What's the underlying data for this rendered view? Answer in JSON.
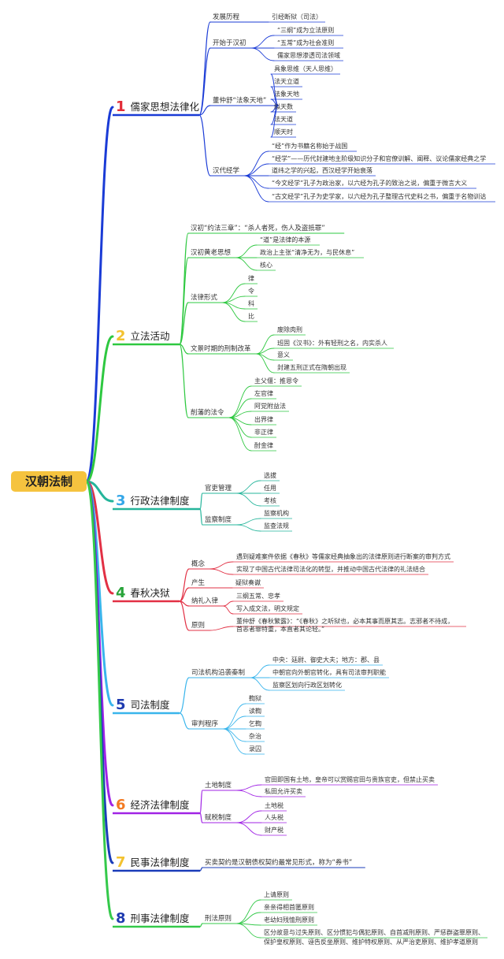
{
  "root": "汉朝法制",
  "colors": {
    "root_bg": "#f5c33f",
    "b1": "#1a3bd6",
    "b2": "#2ec840",
    "b3": "#25b59b",
    "b4": "#e23044",
    "b5": "#39b5ec",
    "b6": "#a023e5",
    "b7": "#1a3cb9",
    "b8": "#34c94a"
  },
  "branches": [
    {
      "num": "1",
      "num_color": "#e22b37",
      "label": "儒家思想法律化",
      "subs": [
        {
          "label": "发展历程",
          "leaves": [
            "引经断狱（司法）"
          ]
        },
        {
          "label": "开始于汉初",
          "leaves": [
            "“三纲”成为立法原则",
            "“五常”成为社会准则",
            "儒家思想渗透司法领域"
          ]
        },
        {
          "label": "董仲舒“法象天地”",
          "leaves": [
            "具象思维（天人思维）",
            "法天立道",
            "法象天地",
            "拟天数",
            "法天道",
            "顺天时"
          ]
        },
        {
          "label": "汉代经学",
          "leaves": [
            "“经”作为书籍名称始于战国",
            "“经学”——历代封建地主阶级知识分子和官僚训解、阐释、议论儒家经典之学",
            "道纬之学的兴起，西汉经学开始衰落",
            "“今文经学”孔子为政治家，以六经为孔子的致治之说，偏重于微言大义",
            "“古文经学”孔子为史学家，以六经为孔子整理古代史料之书，偏重于名物训诂"
          ]
        }
      ]
    },
    {
      "num": "2",
      "num_color": "#f3c230",
      "label": "立法活动",
      "subs": [
        {
          "label": "汉初“约法三章”：“杀人者死，伤人及盗抵罪”",
          "leaves": []
        },
        {
          "label": "汉初黄老思想",
          "leaves": [
            "“道”是法律的本源",
            "政治上主张“清净无为，与民休息”",
            "核心"
          ]
        },
        {
          "label": "法律形式",
          "leaves": [
            "律",
            "令",
            "科",
            "比"
          ]
        },
        {
          "label": "文景时期的刑制改革",
          "leaves": [
            "废除肉刑",
            "班固《汉书》：外有轻刑之名，内实杀人",
            "意义",
            "封建五刑正式在隋朝出现"
          ]
        },
        {
          "label": "削藩的法令",
          "leaves": [
            "主父偃：推恩令",
            "左官律",
            "阿党附益法",
            "出界律",
            "非正律",
            "酎金律"
          ]
        }
      ]
    },
    {
      "num": "3",
      "num_color": "#35a7e8",
      "label": "行政法律制度",
      "subs": [
        {
          "label": "官吏管理",
          "leaves": [
            "选拔",
            "任用",
            "考核"
          ]
        },
        {
          "label": "监察制度",
          "leaves": [
            "监察机构",
            "监查法规"
          ]
        }
      ]
    },
    {
      "num": "4",
      "num_color": "#29a43a",
      "label": "春秋决狱",
      "subs": [
        {
          "label": "概念",
          "leaves": [
            "遇到疑难案件依据《春秋》等儒家经典抽象出的法律原则进行断案的审判方式",
            "实现了中国古代法律司法化的转型，并推动中国古代法律的礼法结合"
          ]
        },
        {
          "label": "产生",
          "leaves": [
            "疑狱奏谳"
          ]
        },
        {
          "label": "纳礼入律",
          "leaves": [
            "三纲五常、忠孝",
            "写入成文法，明文规定"
          ]
        },
        {
          "label": "原则",
          "leaves": [
            "董仲舒《春秋繁露》：“《春秋》之听狱也，必本其事而原其志。志邪者不待成，",
            "首恶者罪特重，本直者其论轻。”"
          ]
        }
      ]
    },
    {
      "num": "5",
      "num_color": "#1f3bb0",
      "label": "司法制度",
      "subs": [
        {
          "label": "司法机构沿袭秦制",
          "leaves": [
            "中央：廷尉、御史大夫；地方：郡、县",
            "中朝官向外朝官转化，具有司法审判职能",
            "监察区划向行政区划转化"
          ]
        },
        {
          "label": "审判程序",
          "leaves": [
            "鞫狱",
            "读鞫",
            "乞鞫",
            "杂治",
            "录囚"
          ]
        }
      ]
    },
    {
      "num": "6",
      "num_color": "#f37a22",
      "label": "经济法律制度",
      "subs": [
        {
          "label": "土地制度",
          "leaves": [
            "官田即国有土地，皇帝可以赏赐官田与贵族官吏，但禁止买卖",
            "私田允许买卖"
          ]
        },
        {
          "label": "赋税制度",
          "leaves": [
            "土地税",
            "人头税",
            "财产税"
          ]
        }
      ]
    },
    {
      "num": "7",
      "num_color": "#f3c230",
      "label": "民事法律制度",
      "subs": [
        {
          "label": "买卖契约是汉朝债权契约最常见形式，称为“券书”",
          "leaves": []
        }
      ]
    },
    {
      "num": "8",
      "num_color": "#1f3bb0",
      "label": "刑事法律制度",
      "subs": [
        {
          "label": "刑法原则",
          "leaves": [
            "上请原则",
            "亲亲得相首匿原则",
            "老幼妇残恤刑原则",
            "区分故意与过失原则、区分惯犯与偶犯原则、自首减刑原则、严惩群盗罪原则、",
            "保护皇权原则、诬告反坐原则、维护特权原则、从严治吏原则、维护孝道原则"
          ]
        }
      ]
    }
  ]
}
